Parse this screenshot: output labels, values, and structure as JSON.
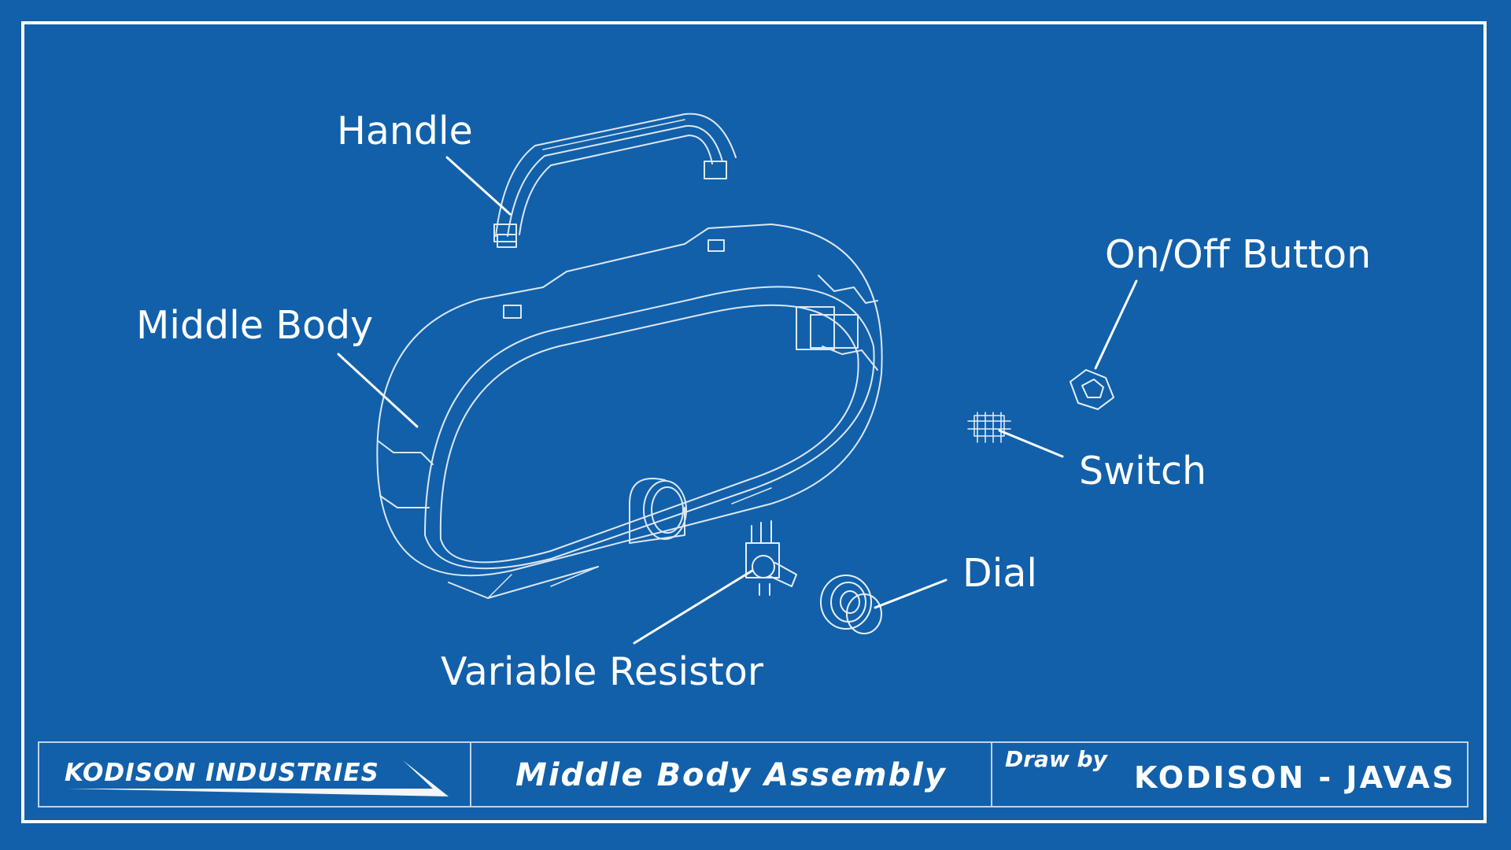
{
  "labels": {
    "handle": "Handle",
    "middle_body": "Middle Body",
    "on_off_button": "On/Off Button",
    "switch": "Switch",
    "dial": "Dial",
    "variable_resistor": "Variable Resistor"
  },
  "title_block": {
    "company": "KODISON INDUSTRIES",
    "drawing_title": "Middle Body Assembly",
    "drawn_by_label": "Draw by",
    "author": "KODISON - JAVAS"
  },
  "colors": {
    "background": "#1260AA",
    "lines": "#FFFFFF"
  }
}
